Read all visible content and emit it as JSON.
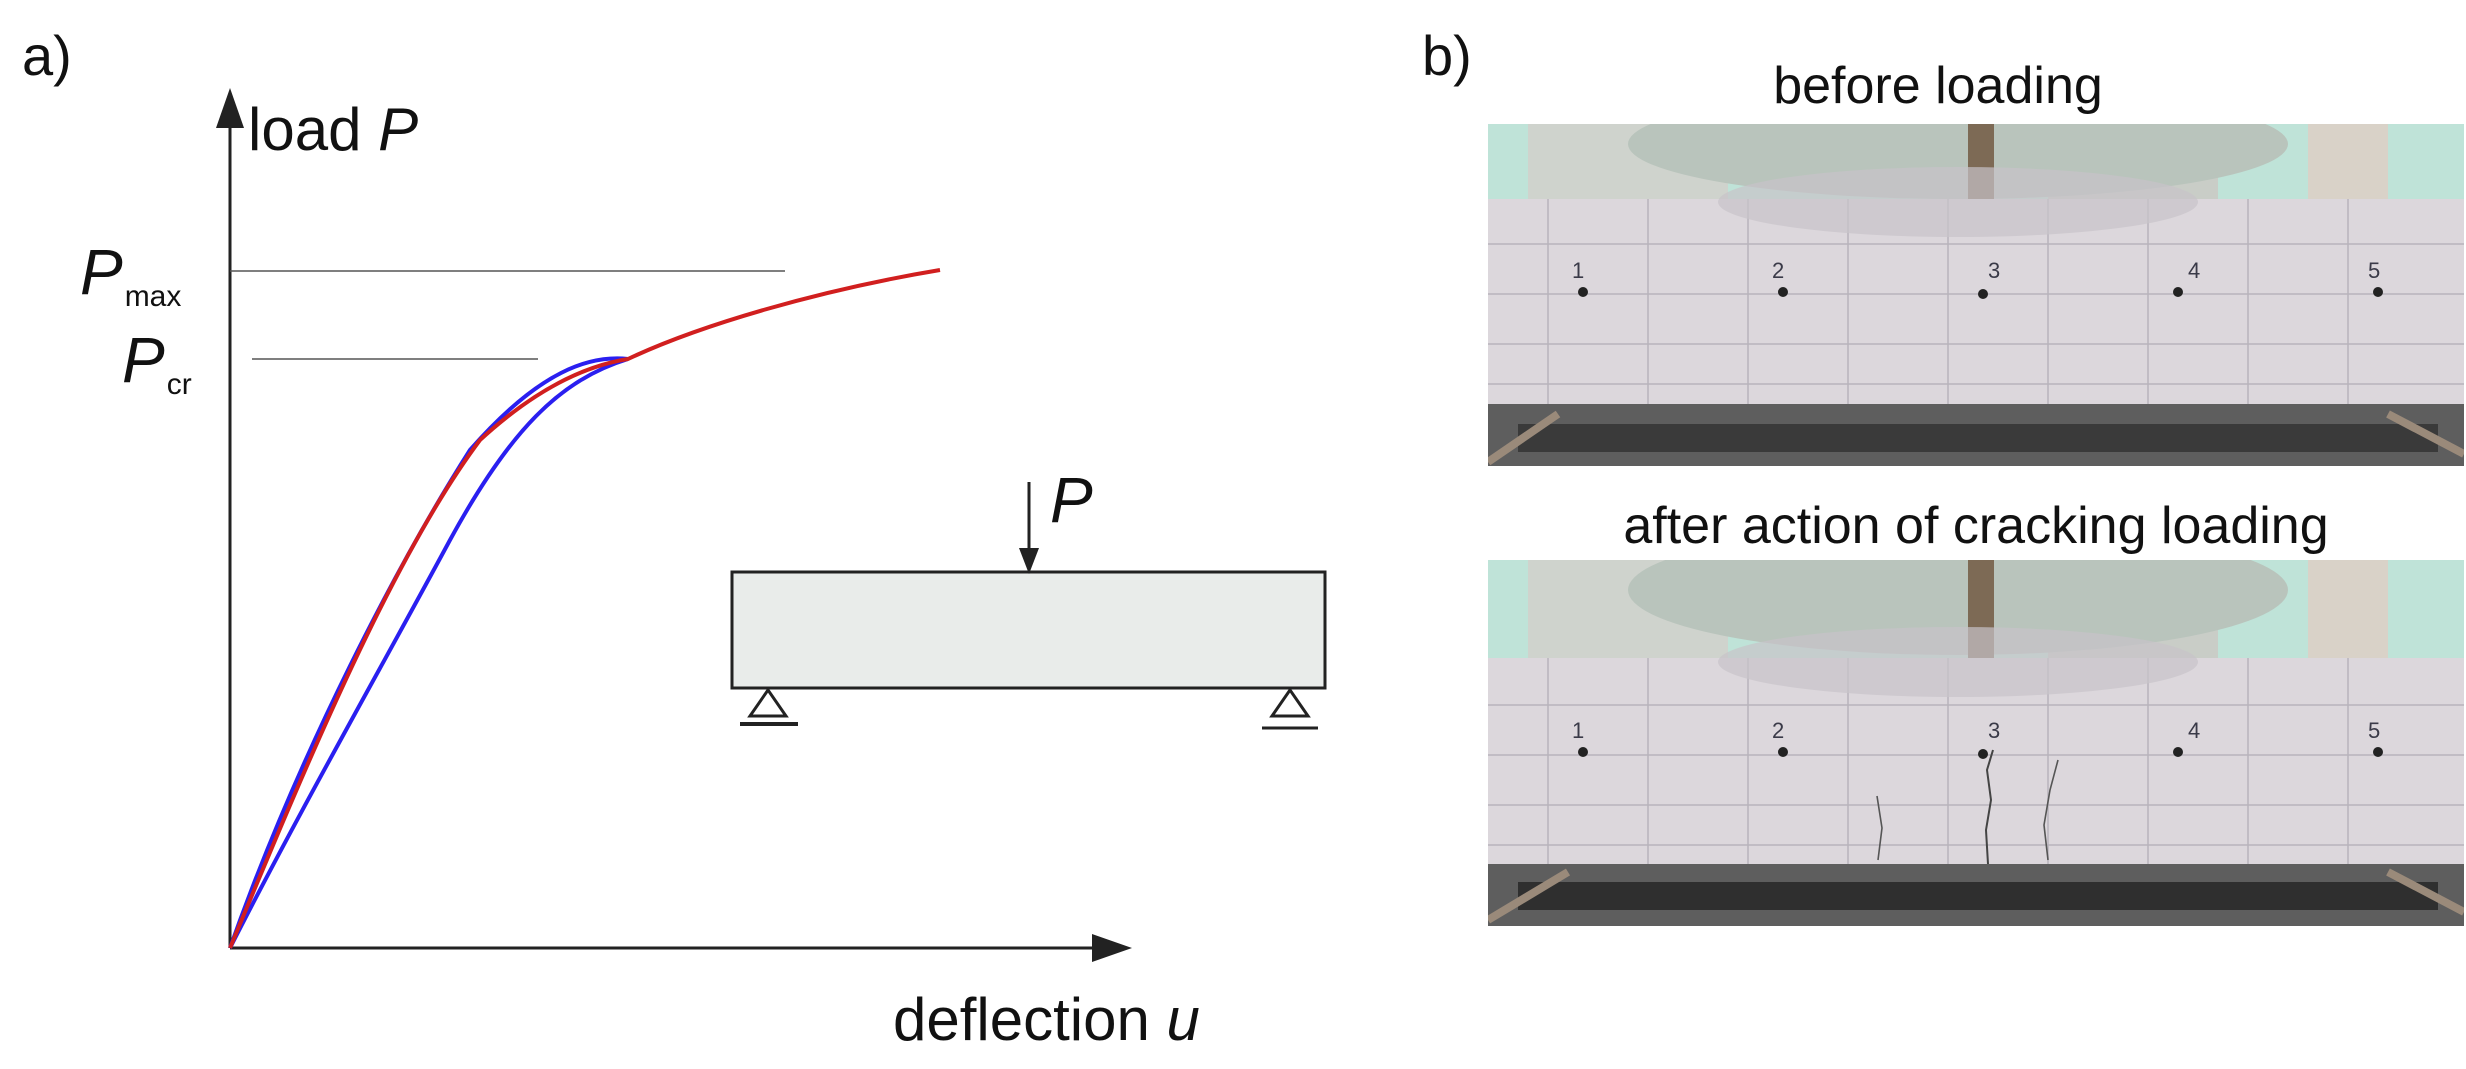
{
  "panel_a": {
    "label": "a)",
    "y_axis": {
      "text": "load ",
      "symbol": "P"
    },
    "x_axis": {
      "text": "deflection ",
      "symbol": "u"
    },
    "p_max": {
      "symbol": "P",
      "subscript": "max"
    },
    "p_cr": {
      "symbol": "P",
      "subscript": "cr"
    },
    "force_label": "P",
    "colors": {
      "loading_curve": "#d11f1f",
      "hysteresis_loop": "#2a1ff0",
      "beam_fill": "#e9ecea",
      "lines": "#222222"
    }
  },
  "panel_b": {
    "label": "b)",
    "photo_top_caption": "before loading",
    "photo_bottom_caption": "after action of cracking loading",
    "point_marks": [
      "1",
      "2",
      "3",
      "4",
      "5"
    ]
  }
}
